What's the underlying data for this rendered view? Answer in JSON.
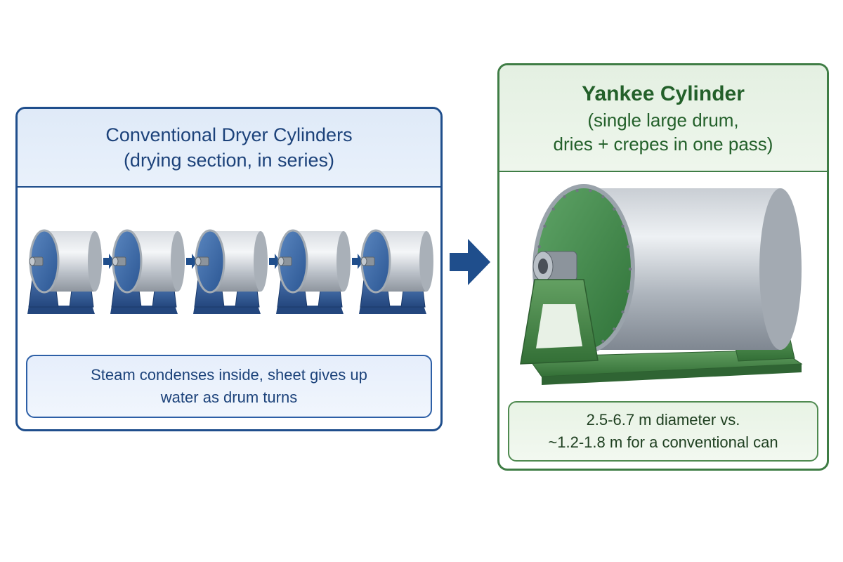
{
  "conventional": {
    "title_line1": "Conventional Dryer Cylinders",
    "title_line2": "(drying section, in series)",
    "note_line1": "Steam condenses inside, sheet gives up",
    "note_line2": "water as drum turns",
    "cylinder_count": 5,
    "colors": {
      "accent": "#1f4e8c",
      "frame": "#2f5b9a",
      "end": "#3d6ea8"
    }
  },
  "yankee": {
    "title": "Yankee Cylinder",
    "subtitle_line1": "(single large drum,",
    "subtitle_line2": "dries + crepes in one pass)",
    "note_line1": "2.5-6.7 m diameter vs.",
    "note_line2": "~1.2-1.8 m for a conventional can",
    "colors": {
      "accent": "#3f7d45",
      "frame": "#4f8f52",
      "end": "#3e8a4a"
    }
  },
  "arrow": {
    "color": "#1f4e8c",
    "icon": "right-arrow-icon"
  }
}
